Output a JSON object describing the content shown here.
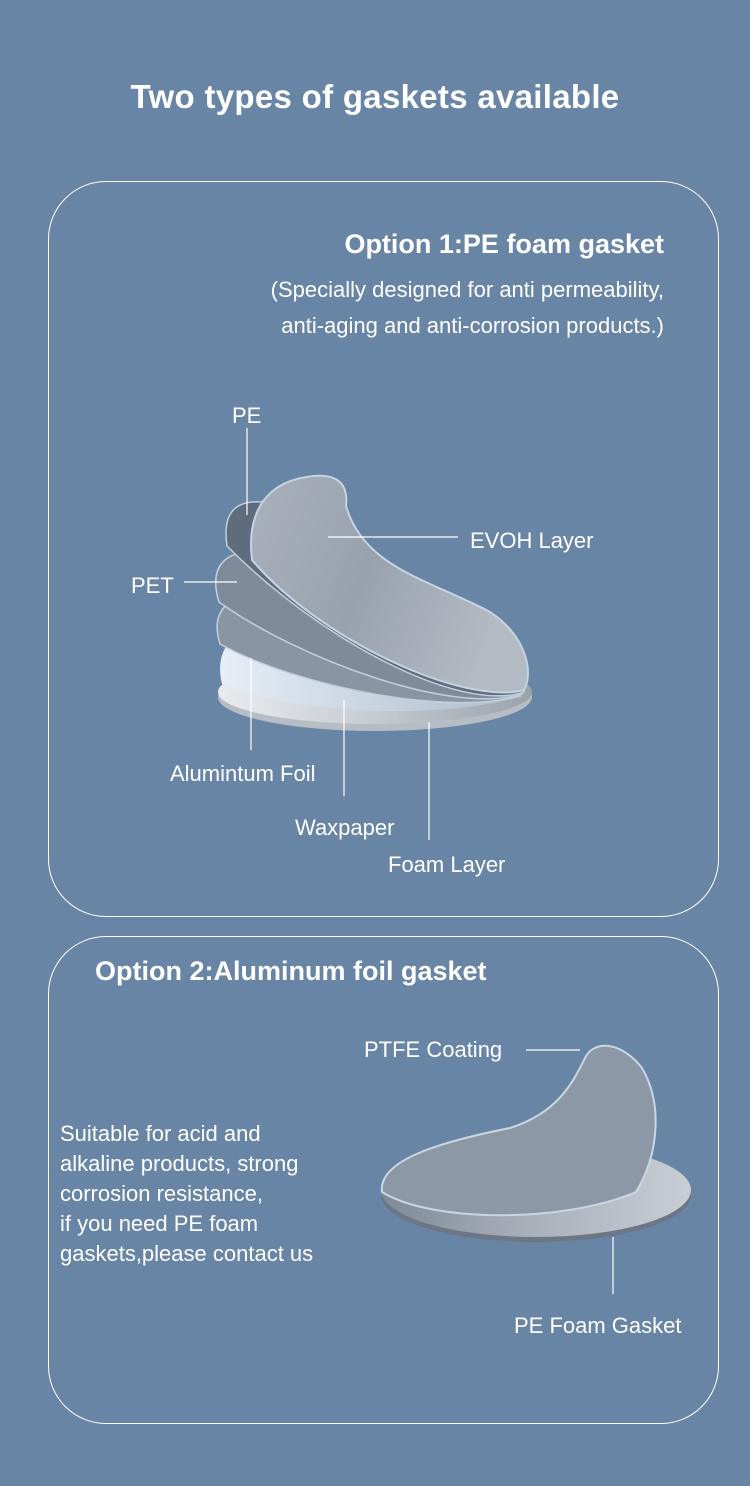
{
  "page": {
    "title": "Two types of gaskets available"
  },
  "option1": {
    "heading": "Option 1:PE foam gasket",
    "subtitle_line1": "(Specially designed for anti permeability,",
    "subtitle_line2": "anti-aging and anti-corrosion products.)",
    "labels": {
      "pe": "PE",
      "pet": "PET",
      "evoh": "EVOH Layer",
      "aluminum": "Alumintum Foil",
      "waxpaper": "Waxpaper",
      "foam": "Foam Layer"
    }
  },
  "option2": {
    "heading": "Option 2:Aluminum foil gasket",
    "description": [
      "Suitable for acid and",
      "alkaline products, strong",
      "corrosion resistance,",
      "if you need PE foam",
      "gaskets,please contact us"
    ],
    "labels": {
      "ptfe": "PTFE Coating",
      "pe_foam": "PE Foam Gasket"
    }
  },
  "colors": {
    "background": "#6985a6",
    "text": "#ffffff"
  }
}
